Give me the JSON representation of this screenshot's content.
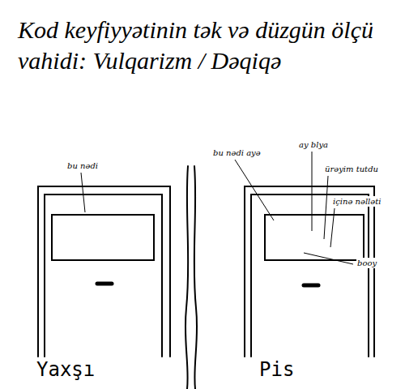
{
  "diagram": {
    "title": "Kod keyfiyyətinin tək və düzgün ölçü vahidi: Vulqarizm / Dəqiqə",
    "labels": [
      "bu nədi",
      "bu nədi ayə",
      "ay blya",
      "ürəyim tutdu",
      "içinə nəlləti",
      "booy",
      "Yaxşı",
      "Pis"
    ]
  }
}
